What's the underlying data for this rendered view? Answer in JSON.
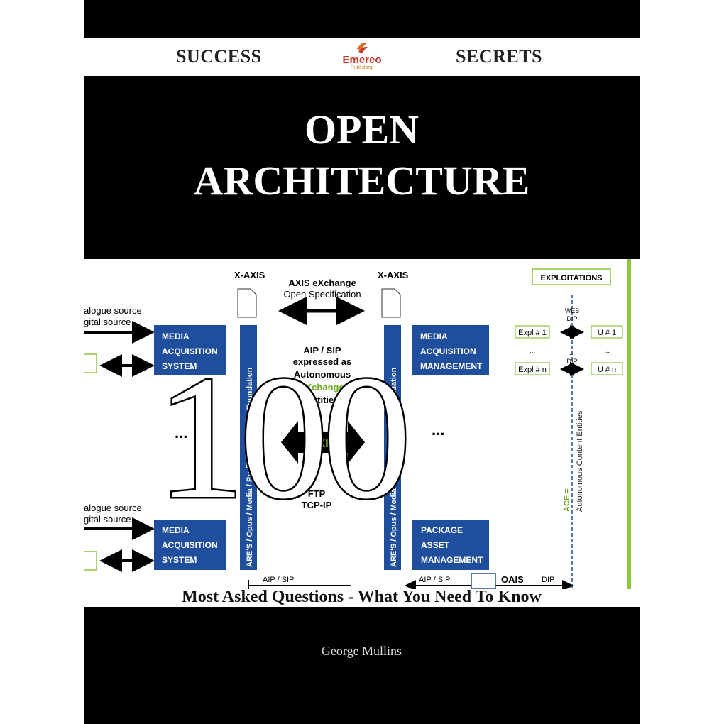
{
  "brand": {
    "left_word": "SUCCESS",
    "right_word": "SECRETS",
    "logo_name": "Emereo",
    "logo_sub": "Publishing"
  },
  "title": {
    "line1": "OPEN",
    "line2": "ARCHITECTURE"
  },
  "big_number": "100",
  "subtitle": "Most Asked Questions - What You Need To Know",
  "author": "George Mullins",
  "diagram": {
    "x_axis_left": "X-AXIS",
    "x_axis_right": "X-AXIS",
    "axis_exchange_title": "AXIS eXchange",
    "axis_exchange_sub": "Open Specification",
    "exploitations": "EXPLOITATIONS",
    "source_top_1": "alogue source",
    "source_top_2": "gital source",
    "source_bottom_1": "alogue source",
    "source_bottom_2": "gital source",
    "box_mas_top": [
      "MEDIA",
      "ACQUISITION",
      "SYSTEM"
    ],
    "box_mas_bottom": [
      "MEDIA",
      "ACQUISITION",
      "SYSTEM"
    ],
    "box_mam": [
      "MEDIA",
      "ACQUISITION",
      "MANAGEMENT"
    ],
    "box_pam": [
      "PACKAGE",
      "ASSET",
      "MANAGEMENT"
    ],
    "vbar_left": "ARE'S / Opus / Media / Profile / Labels / ID Foundation",
    "vbar_right": "ARE'S / Opus / Media / Profile / Labels / ID Foundation",
    "aip_1": "AIP / SIP",
    "aip_2": "expressed as",
    "aip_3": "Autonomous",
    "aip_4": "eXchange",
    "aip_5": "Entities",
    "axis_arrow": "AXIS",
    "ftp": "FTP",
    "tcpip": "TCP-IP",
    "ellipsis_left": "...",
    "ellipsis_mid": "...",
    "web_dip": "WEB",
    "dip_top": "DIP",
    "dip_mid": "DIP",
    "expl_1": "Expl # 1",
    "expl_n": "Expl # n",
    "u_1": "U # 1",
    "u_n": "U # n",
    "dots_a": "...",
    "dots_b": "...",
    "dots_c": "...",
    "ace_1": "ACE =",
    "ace_2": "Autonomous Content Entities",
    "bottom_aip_left": "AIP / SIP",
    "bottom_aip_right": "AIP / SIP",
    "oais": "OAIS",
    "dip_bottom": "DIP"
  },
  "colors": {
    "box_blue": "#1f4e9c",
    "green_accent": "#8cc63f",
    "green_text": "#6aa820"
  }
}
